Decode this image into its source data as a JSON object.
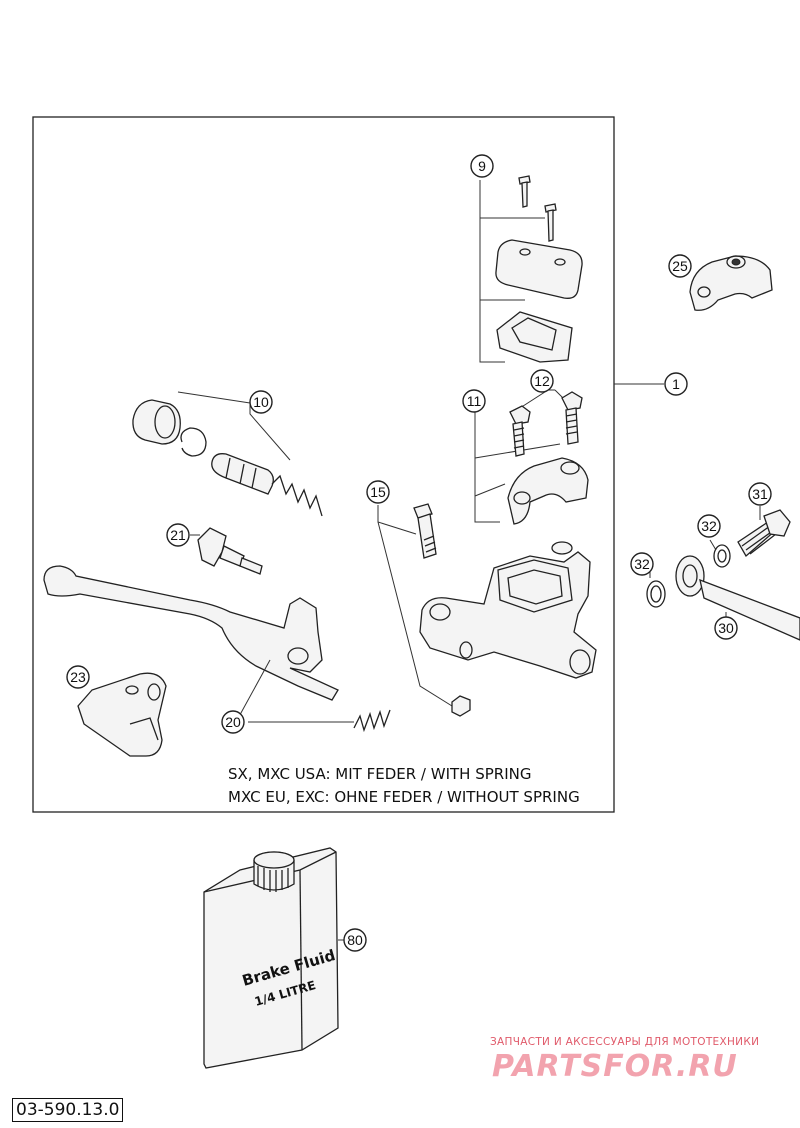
{
  "callouts": {
    "c1": "1",
    "c9": "9",
    "c10": "10",
    "c11": "11",
    "c12": "12",
    "c15": "15",
    "c20": "20",
    "c21": "21",
    "c23": "23",
    "c25": "25",
    "c30": "30",
    "c31": "31",
    "c32a": "32",
    "c32b": "32",
    "c80": "80"
  },
  "notes": {
    "line1": "SX, MXC USA: MIT FEDER / WITH SPRING",
    "line2": "MXC EU, EXC: OHNE FEDER / WITHOUT SPRING"
  },
  "bottle": {
    "label_line1": "Brake Fluid",
    "label_line2": "1/4 LITRE"
  },
  "diagram_code": "03-590.13.0",
  "watermark": {
    "tagline": "ЗАПЧАСТИ И АКСЕССУАРЫ ДЛЯ МОТОТЕХНИКИ",
    "logo": "PARTSFOR.RU"
  }
}
